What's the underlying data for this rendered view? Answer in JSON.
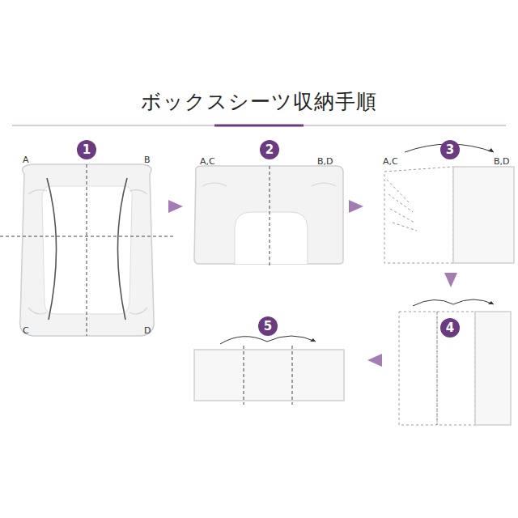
{
  "diagram": {
    "title": "ボックスシーツ収納手順",
    "nodes": [
      {
        "text": [
          "1"
        ]
      },
      {
        "text": [
          "2"
        ]
      },
      {
        "text": [
          "3"
        ]
      },
      {
        "text": [
          "4"
        ]
      },
      {
        "text": [
          "5"
        ]
      }
    ],
    "labels": [
      "A",
      "B",
      "C",
      "D",
      "A,C",
      "B,D",
      "A,C",
      "B,D"
    ]
  }
}
